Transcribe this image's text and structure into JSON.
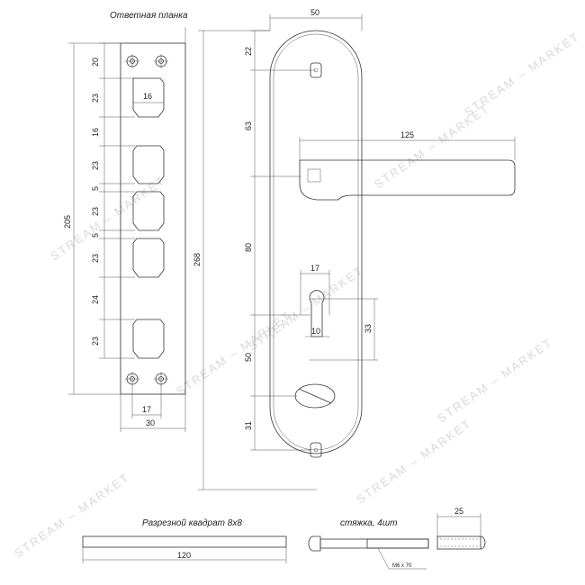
{
  "captions": {
    "strike_plate": "Ответная планка",
    "square": "Разрезной квадрат 8х8",
    "screws": "стяжка, 4шт",
    "screw_spec": "M6 x 70"
  },
  "strike_plate": {
    "slot_dims": [
      "20",
      "23",
      "16",
      "23",
      "5",
      "23",
      "5",
      "23",
      "24",
      "23"
    ],
    "total_height": "205",
    "slot_width": "16",
    "hole_spacing": "17",
    "width": "30"
  },
  "handle_plate": {
    "width": "50",
    "top_offset": "22",
    "to_handle": "63",
    "handle_length": "125",
    "handle_to_cylinder": "80",
    "total_height": "268",
    "cylinder_offset": "17",
    "cylinder_width": "10",
    "cylinder_height": "33",
    "cylinder_to_turn": "50",
    "bottom_offset": "31"
  },
  "square": {
    "length": "120"
  },
  "screw": {
    "length": "25"
  },
  "watermark": "STREAM – MARKET"
}
